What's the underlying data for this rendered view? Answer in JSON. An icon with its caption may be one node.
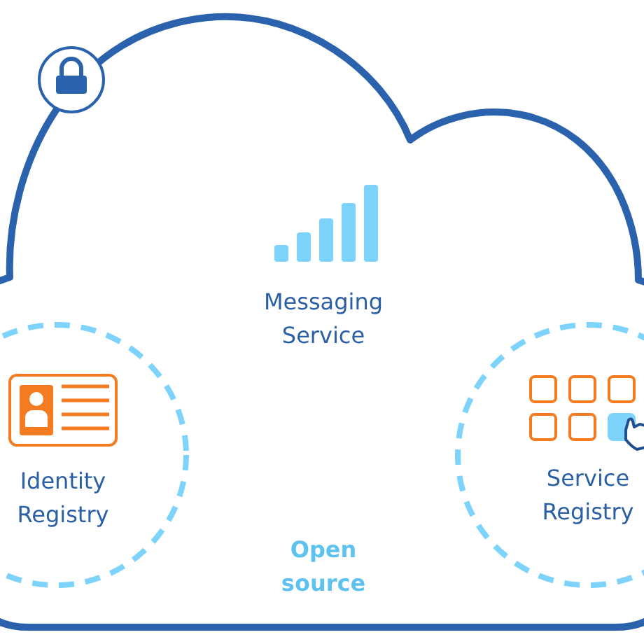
{
  "diagram": {
    "nodes": [
      {
        "text": [],
        "shape": "cloud"
      },
      {
        "text": [
          "Identity Registry"
        ]
      },
      {
        "text": [
          "Service Registry"
        ]
      }
    ],
    "labels": [
      "Messaging Service",
      "Open source"
    ]
  }
}
